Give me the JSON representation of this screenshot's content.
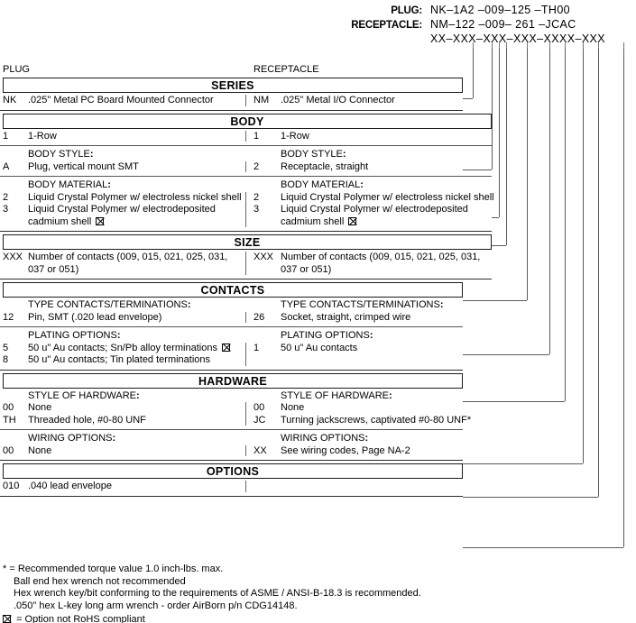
{
  "part_number_key": {
    "plug_label": "PLUG:",
    "plug_value": "NK–1A2 –009–125 –TH00",
    "receptacle_label": "RECEPTACLE:",
    "receptacle_value": "NM–122 –009– 261 –JCAC",
    "mask": "XX–XXX–XXX–XXX–XXXX–XXX"
  },
  "columns": {
    "left": "PLUG",
    "right": "RECEPTACLE"
  },
  "sections": [
    {
      "banner": "SERIES",
      "groups": [
        {
          "title": "",
          "left": [
            {
              "code": "NK",
              "text": ".025\" Metal PC Board Mounted Connector"
            }
          ],
          "right": [
            {
              "code": "NM",
              "text": ".025\" Metal I/O Connector"
            }
          ]
        }
      ]
    },
    {
      "banner": "BODY",
      "groups": [
        {
          "title": "",
          "left": [
            {
              "code": "1",
              "text": "1-Row"
            }
          ],
          "right": [
            {
              "code": "1",
              "text": "1-Row"
            }
          ]
        },
        {
          "title": "BODY STYLE:",
          "left": [
            {
              "code": "A",
              "text": "Plug, vertical mount SMT"
            }
          ],
          "right": [
            {
              "code": "2",
              "text": "Receptacle, straight"
            }
          ]
        },
        {
          "title": "BODY MATERIAL:",
          "left": [
            {
              "code": "2",
              "text": "Liquid Crystal Polymer w/ electroless nickel shell"
            },
            {
              "code": "3",
              "text": "Liquid Crystal Polymer w/ electrodeposited",
              "text2": "cadmium shell",
              "rohs": true
            }
          ],
          "right": [
            {
              "code": "2",
              "text": "Liquid Crystal Polymer w/ electroless nickel shell"
            },
            {
              "code": "3",
              "text": "Liquid Crystal Polymer w/ electrodeposited",
              "text2": "cadmium shell",
              "rohs": true
            }
          ]
        }
      ]
    },
    {
      "banner": "SIZE",
      "groups": [
        {
          "title": "",
          "left": [
            {
              "code": "XXX",
              "text": "Number of contacts (009, 015, 021, 025, 031,",
              "text2": "037 or 051)"
            }
          ],
          "right": [
            {
              "code": "XXX",
              "text": "Number of contacts (009, 015, 021, 025, 031,",
              "text2": "037 or 051)"
            }
          ]
        }
      ]
    },
    {
      "banner": "CONTACTS",
      "groups": [
        {
          "title": "TYPE CONTACTS/TERMINATIONS:",
          "left": [
            {
              "code": "12",
              "text": "Pin, SMT (.020 lead envelope)"
            }
          ],
          "right": [
            {
              "code": "26",
              "text": "Socket, straight, crimped wire"
            }
          ]
        },
        {
          "title": "PLATING OPTIONS:",
          "left": [
            {
              "code": "5",
              "text": "50 u\" Au contacts; Sn/Pb alloy terminations",
              "rohs": true
            },
            {
              "code": "8",
              "text": "50 u\" Au contacts; Tin plated terminations"
            }
          ],
          "right": [
            {
              "code": "1",
              "text": "50 u\" Au contacts"
            }
          ]
        }
      ]
    },
    {
      "banner": "HARDWARE",
      "groups": [
        {
          "title": "STYLE OF HARDWARE:",
          "left": [
            {
              "code": "00",
              "text": "None"
            },
            {
              "code": "TH",
              "text": "Threaded hole, #0-80 UNF"
            }
          ],
          "right": [
            {
              "code": "00",
              "text": "None"
            },
            {
              "code": "JC",
              "text": "Turning jackscrews, captivated #0-80 UNF*"
            }
          ]
        },
        {
          "title": "WIRING OPTIONS:",
          "left": [
            {
              "code": "00",
              "text": "None"
            }
          ],
          "right": [
            {
              "code": "XX",
              "text": "See wiring codes, Page NA-2"
            }
          ]
        }
      ]
    },
    {
      "banner": "OPTIONS",
      "groups": [
        {
          "title": "",
          "left": [
            {
              "code": "010",
              "text": ".040 lead envelope"
            }
          ],
          "right": []
        }
      ]
    }
  ],
  "footnotes": {
    "asterisk_lines": [
      "* = Recommended torque value 1.0 inch-lbs. max.",
      "Ball end hex wrench not recommended",
      "Hex wrench key/bit conforming to the requirements of ASME / ANSI-B-18.3 is recommended.",
      ".050\" hex L-key long arm wrench - order AirBorn p/n CDG14148."
    ],
    "rohs_note": "= Option not RoHS compliant"
  }
}
